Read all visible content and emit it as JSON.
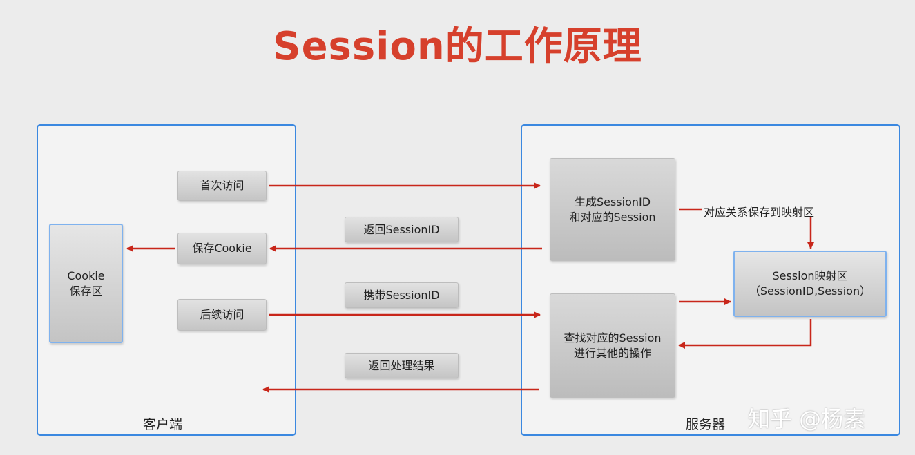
{
  "title": "Session的工作原理",
  "client": {
    "label": "客户端",
    "cookie_store": [
      "Cookie",
      "保存区"
    ],
    "first_visit": "首次访问",
    "save_cookie": "保存Cookie",
    "later_visit": "后续访问"
  },
  "server": {
    "label": "服务器",
    "generate": [
      "生成SessionID",
      "和对应的Session"
    ],
    "lookup": [
      "查找对应的Session",
      "进行其他的操作"
    ],
    "map": [
      "Session映射区",
      "（SessionID,Session）"
    ],
    "save_relation": "对应关系保存到映射区"
  },
  "messages": {
    "return_id": "返回SessionID",
    "carry_id": "携带SessionID",
    "return_result": "返回处理结果"
  },
  "colors": {
    "title": "#d6402c",
    "arrow": "#c8261a",
    "panel_border": "#3b88e0"
  },
  "watermark": "知乎 @杨素"
}
